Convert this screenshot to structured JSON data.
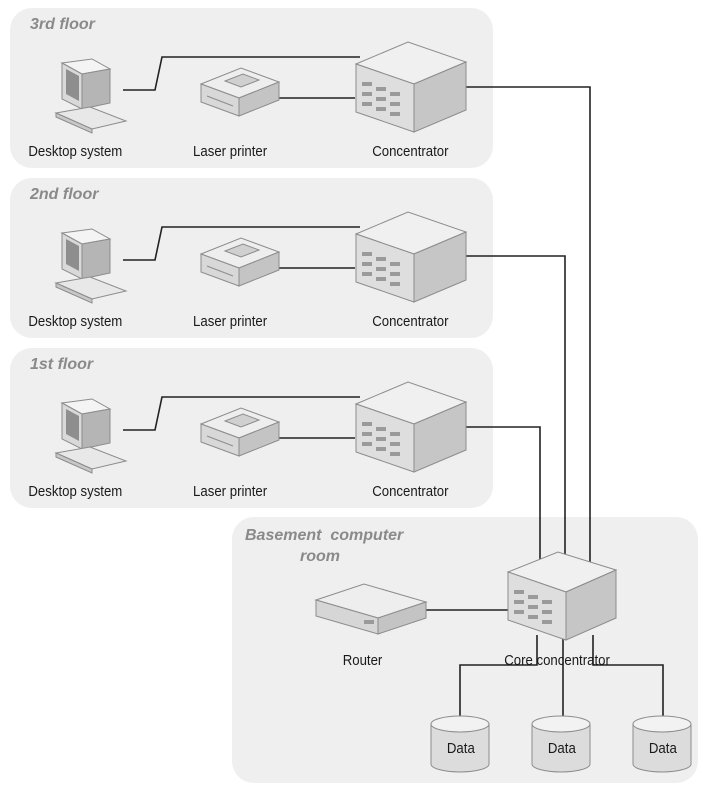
{
  "floors": [
    {
      "title": "3rd floor",
      "desktop_label": "Desktop system",
      "printer_label": "Laser printer",
      "concentrator_label": "Concentrator"
    },
    {
      "title": "2nd floor",
      "desktop_label": "Desktop system",
      "printer_label": "Laser printer",
      "concentrator_label": "Concentrator"
    },
    {
      "title": "1st floor",
      "desktop_label": "Desktop system",
      "printer_label": "Laser printer",
      "concentrator_label": "Concentrator"
    }
  ],
  "basement": {
    "title_line1": "Basement  computer",
    "title_line2": "room",
    "router_label": "Router",
    "core_label": "Core concentrator",
    "data_labels": [
      "Data",
      "Data",
      "Data"
    ]
  },
  "colors": {
    "zone_bg": "#efefef",
    "wire": "#222222",
    "device_fill": "#e6e6e6",
    "device_edge": "#8c8c8c"
  }
}
